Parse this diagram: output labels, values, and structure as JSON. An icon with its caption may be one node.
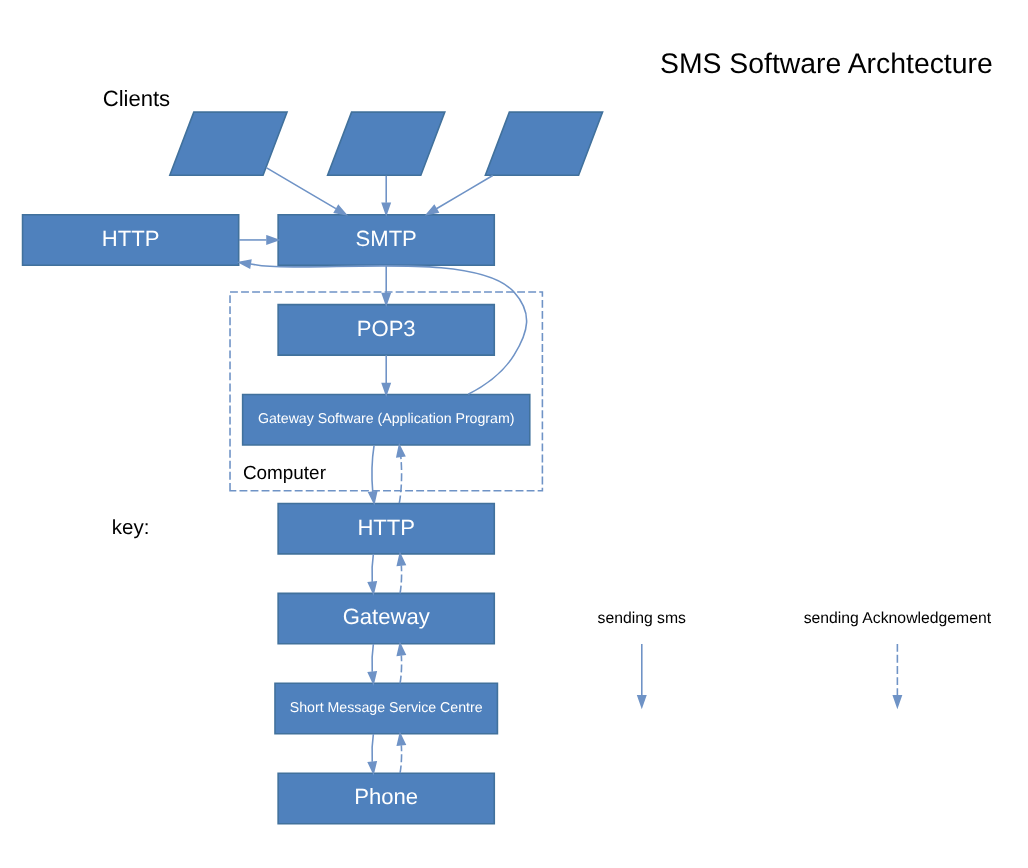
{
  "diagram": {
    "title": "SMS Software Archtecture",
    "nodes": [
      {
        "text": [],
        "shape": "parallelogram",
        "beside": [
          "Clients"
        ]
      },
      {
        "text": [],
        "shape": "parallelogram"
      },
      {
        "text": [],
        "shape": "parallelogram"
      },
      {
        "text": [
          "SMTP"
        ]
      },
      {
        "text": [
          "HTTP"
        ]
      },
      {
        "text": [
          "Computer"
        ]
      },
      {
        "text": [
          "POP3"
        ],
        "in": 5
      },
      {
        "text": [
          "Gateway Software (Application Program)"
        ],
        "in": 5
      },
      {
        "text": [
          "HTTP"
        ]
      },
      {
        "text": [
          "Gateway"
        ]
      },
      {
        "text": [
          "Short Message Service Centre"
        ]
      },
      {
        "text": [
          "Phone"
        ]
      }
    ],
    "edges": [
      {
        "from": 0,
        "to": 3,
        "arrow": "to"
      },
      {
        "from": 1,
        "to": 3,
        "arrow": "to"
      },
      {
        "from": 2,
        "to": 3,
        "arrow": "to"
      },
      {
        "from": 4,
        "to": 3,
        "arrow": "to"
      },
      {
        "from": 3,
        "to": 6,
        "arrow": "to"
      },
      {
        "from": 6,
        "to": 7,
        "arrow": "to"
      },
      {
        "from": 7,
        "to": 4,
        "arrow": "to"
      },
      {
        "from": 7,
        "to": 8,
        "arrow": "to"
      },
      {
        "from": 8,
        "to": 9,
        "arrow": "to"
      },
      {
        "from": 9,
        "to": 10,
        "arrow": "to"
      },
      {
        "from": 10,
        "to": 11,
        "arrow": "to"
      },
      {
        "from": 8,
        "to": 7,
        "arrow": "to",
        "style": "dashed"
      },
      {
        "from": 9,
        "to": 8,
        "arrow": "to",
        "style": "dashed"
      },
      {
        "from": 10,
        "to": 9,
        "arrow": "to",
        "style": "dashed"
      },
      {
        "from": 11,
        "to": 10,
        "arrow": "to",
        "style": "dashed"
      }
    ],
    "labels": [
      "key:"
    ],
    "legend": [
      {
        "text": "sending sms"
      },
      {
        "text": "sending Acknowledgement"
      }
    ]
  }
}
